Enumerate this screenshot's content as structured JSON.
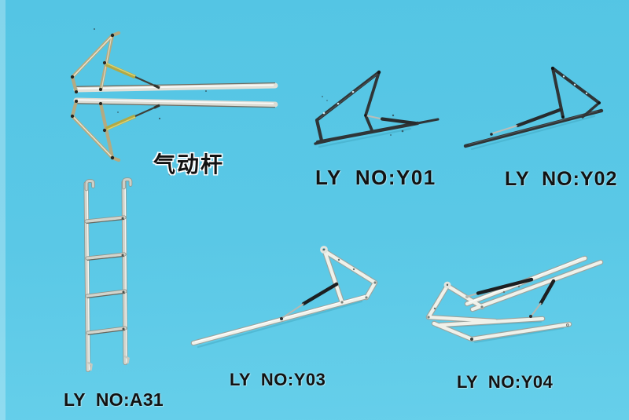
{
  "page": {
    "background_color": "#5ac8e6"
  },
  "colors": {
    "background_cyan": "#5ac8e6",
    "label_text": "#121212",
    "dark_frame": "#2f3537",
    "white_frame": "#eff1ea",
    "brass_frame": "#b3aa82",
    "gas_spring_yellow": "#b2a945",
    "ladder_silver": "#d2d4cc"
  },
  "products": [
    {
      "label": "气动杆"
    },
    {
      "label": "LY  NO:Y01"
    },
    {
      "label": "LY  NO:Y02"
    },
    {
      "label": "LY  NO:A31"
    },
    {
      "label": "LY  NO:Y03"
    },
    {
      "label": "LY  NO:Y04"
    }
  ]
}
